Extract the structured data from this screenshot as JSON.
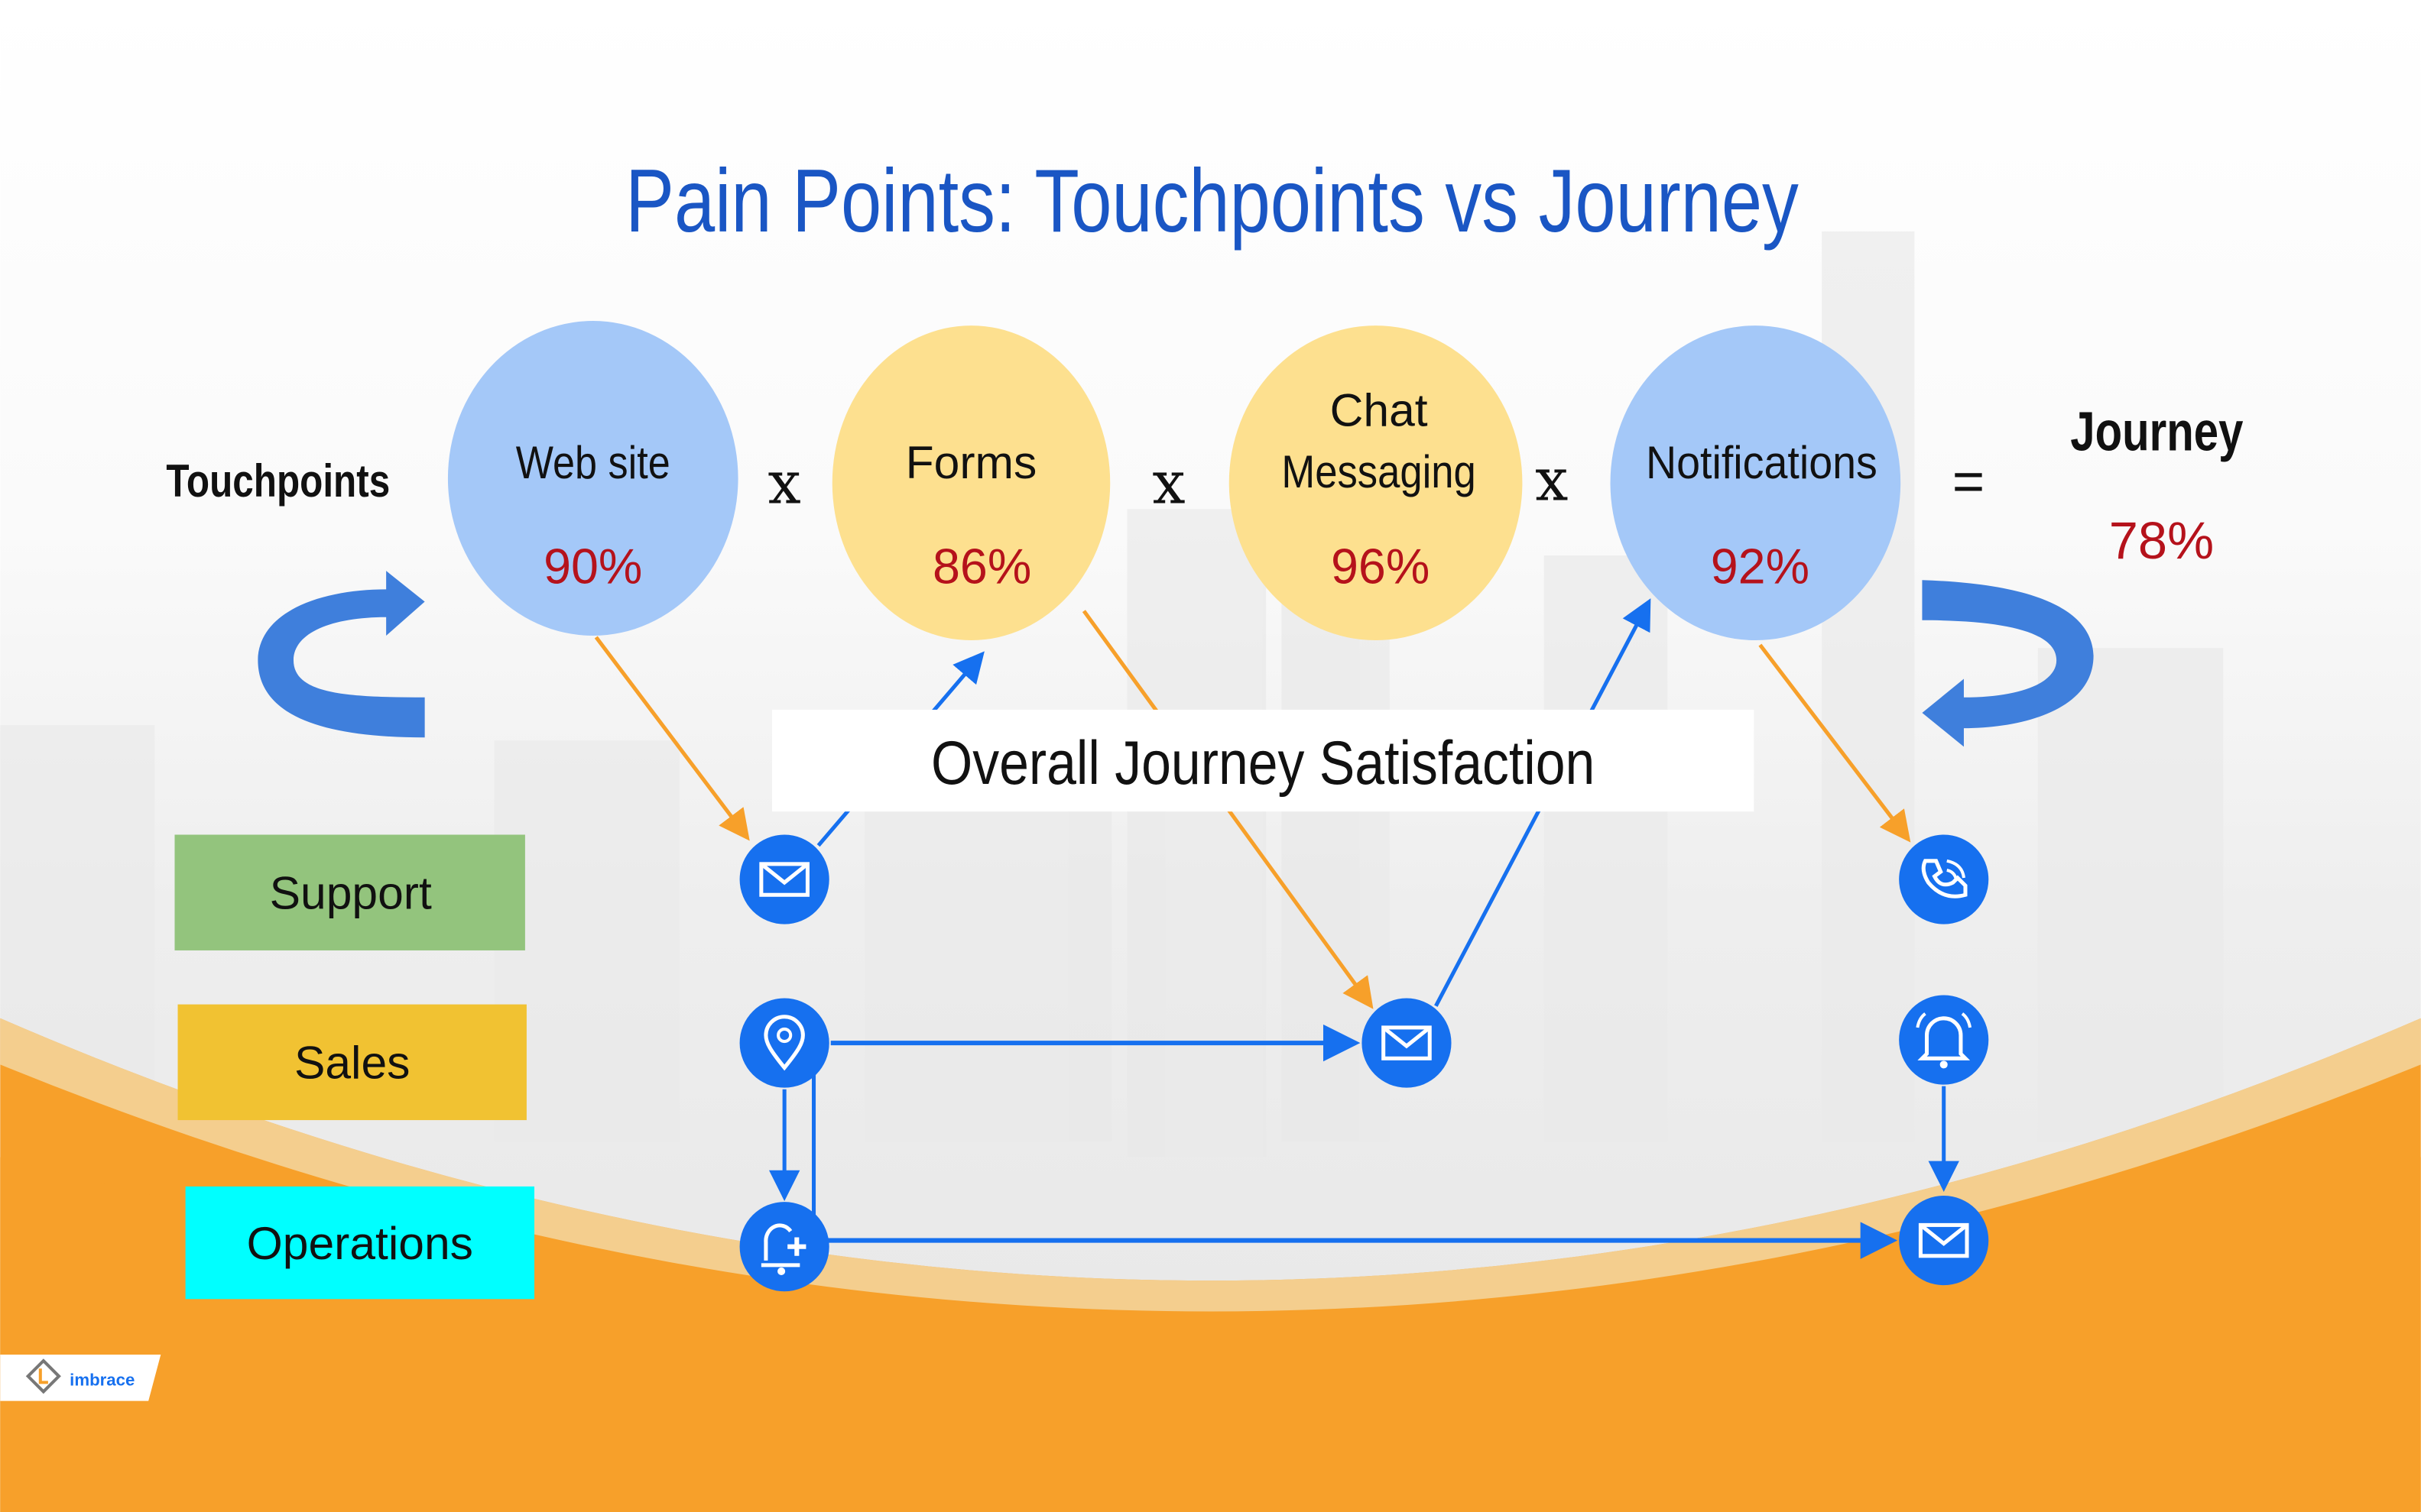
{
  "title": "Pain Points: Touchpoints vs Journey",
  "touchpoints_label": "Touchpoints",
  "touchpoints": [
    {
      "name": "Web site",
      "score": "90%",
      "color": "#a4c8f8"
    },
    {
      "name": "Forms",
      "score": "86%",
      "color": "#fde08f"
    },
    {
      "name_line1": "Chat",
      "name_line2": "Messaging",
      "score": "96%",
      "color": "#fde08f"
    },
    {
      "name": "Notifications",
      "score": "92%",
      "color": "#a4c8f8"
    }
  ],
  "operators": {
    "multiply": "x",
    "equals": "="
  },
  "journey": {
    "label": "Journey",
    "score": "78%"
  },
  "overall_label": "Overall Journey Satisfaction",
  "departments": [
    {
      "name": "Support",
      "color": "#93c47d"
    },
    {
      "name": "Sales",
      "color": "#f1c232"
    },
    {
      "name": "Operations",
      "color": "#00ffff"
    }
  ],
  "nodes": [
    "mail-icon",
    "phone-icon",
    "location-pin-icon",
    "mail-icon",
    "bell-icon",
    "bell-plus-icon",
    "mail-icon"
  ],
  "logo_text": "imbrace",
  "colors": {
    "title": "#1a56c4",
    "score": "#b5121b",
    "node": "#1670ef",
    "orange": "#f7a02a"
  }
}
